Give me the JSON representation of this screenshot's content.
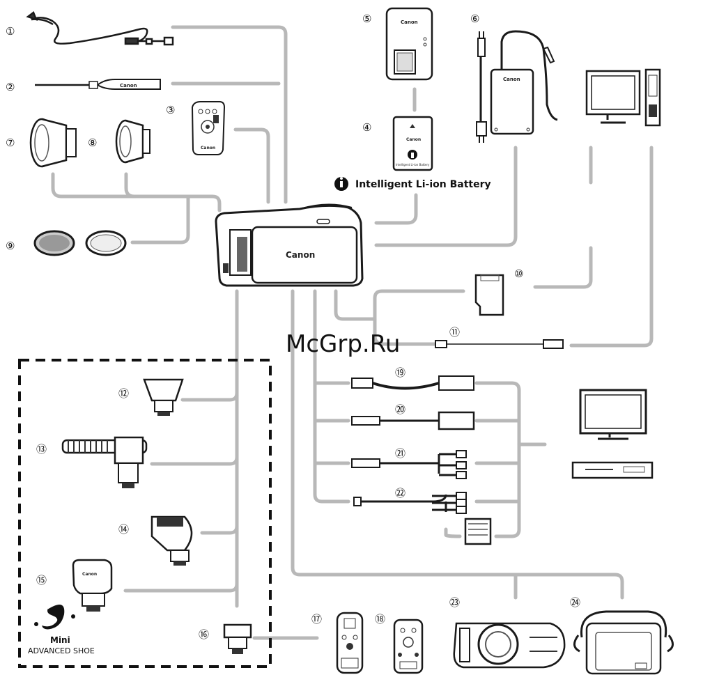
{
  "brand": "Canon",
  "watermark": "McGrp.Ru",
  "battery_label": "Intelligent Li-ion Battery",
  "shoe_label_mini": "Mini",
  "shoe_label_advanced": "ADVANCED SHOE",
  "numbers": {
    "n1": "①",
    "n2": "②",
    "n3": "③",
    "n4": "④",
    "n5": "⑤",
    "n6": "⑥",
    "n7": "⑦",
    "n8": "⑧",
    "n9": "⑨",
    "n10": "⑩",
    "n11": "⑪",
    "n12": "⑫",
    "n13": "⑬",
    "n14": "⑭",
    "n15": "⑮",
    "n16": "⑯",
    "n17": "⑰",
    "n18": "⑱",
    "n19": "⑲",
    "n20": "⑳",
    "n21": "㉑",
    "n22": "㉒",
    "n23": "㉓",
    "n24": "㉔"
  },
  "colors": {
    "line": "#b8b8b8",
    "ink": "#1a1a1a",
    "dash": "#111111"
  }
}
